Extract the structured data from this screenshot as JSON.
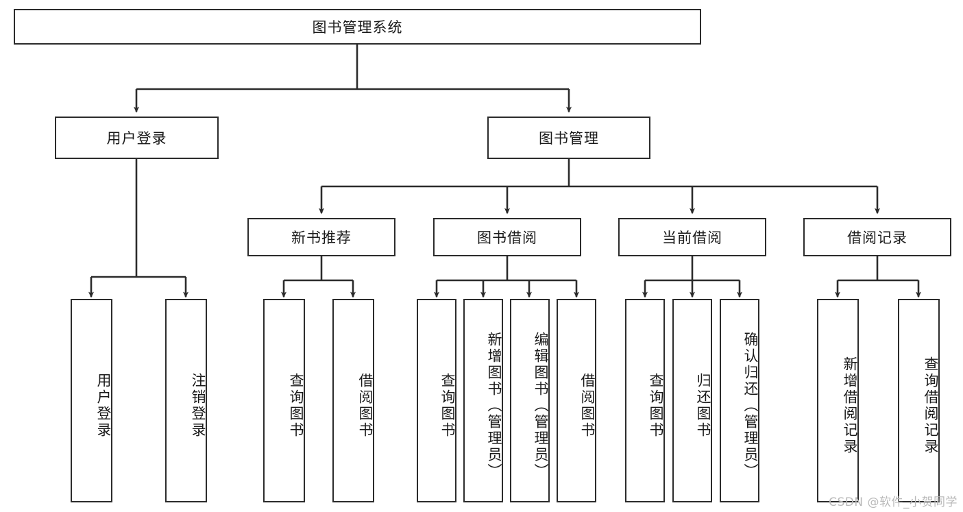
{
  "diagram": {
    "type": "tree",
    "title": "图书管理系统",
    "root": {
      "label": "图书管理系统"
    },
    "level2": [
      {
        "label": "用户登录"
      },
      {
        "label": "图书管理"
      }
    ],
    "level3": [
      {
        "label": "新书推荐"
      },
      {
        "label": "图书借阅"
      },
      {
        "label": "当前借阅"
      },
      {
        "label": "借阅记录"
      }
    ],
    "leaves_user_login": [
      {
        "label": "用户登录"
      },
      {
        "label": "注销登录"
      }
    ],
    "leaves_new_book": [
      {
        "label": "查询图书"
      },
      {
        "label": "借阅图书"
      }
    ],
    "leaves_borrow": [
      {
        "label": "查询图书"
      },
      {
        "label": "新增图书（管理员）"
      },
      {
        "label": "编辑图书（管理员）"
      },
      {
        "label": "借阅图书"
      }
    ],
    "leaves_current": [
      {
        "label": "查询图书"
      },
      {
        "label": "归还图书"
      },
      {
        "label": "确认归还（管理员）"
      }
    ],
    "leaves_record": [
      {
        "label": "新增借阅记录"
      },
      {
        "label": "查询借阅记录"
      }
    ]
  },
  "watermark": {
    "text": "CSDN @软件_小贺同学"
  },
  "colors": {
    "stroke": "#2b2b2b",
    "fill": "#ffffff",
    "text": "#1a1a1a",
    "watermark": "#b9b9b9"
  }
}
